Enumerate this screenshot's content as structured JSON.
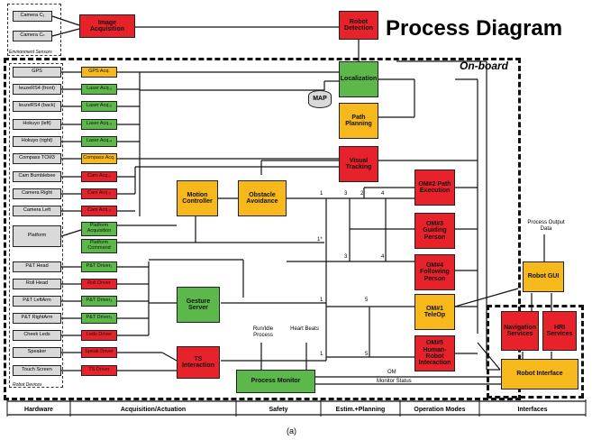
{
  "title": "Process Diagram",
  "onboard_label": "On-board",
  "env_label": "Environment Sensors",
  "robot_devices_label": "Robot Devices",
  "caption": "(a)",
  "map_label": "MAP",
  "env": {
    "cam1": "Camera C₁",
    "cam2": "Camera Cₙ"
  },
  "top": {
    "image_acq": "Image Acquisition",
    "robot_det": "Robot Detection"
  },
  "devices": [
    "GPS",
    "leuzeRS4 (front)",
    "leuzeRS4 (back)",
    "Hokuyo (left)",
    "Hokuyo (right)",
    "Compass TCM3",
    "Cam Bumblebee",
    "Camera Right",
    "Camera Left",
    "Platform",
    "P&T Head",
    "Roll Head",
    "P&T LeftArm",
    "P&T RightArm",
    "Cheek Leds",
    "Speaker",
    "Touch Screen"
  ],
  "acq": [
    "GPS Acq.",
    "Laser Acq.₁",
    "Laser Acq.₂",
    "Laser Acq.₃",
    "Laser Acq.₄",
    "Compass Acq.",
    "Cam Acq.₁",
    "Cam Acq.₂",
    "Cam Acq.₃",
    "Platform Acquisition",
    "Platform Command",
    "P&T Driver₁",
    "Roll Driver",
    "P&T Driver₂",
    "P&T Driver₃",
    "Leds Driver",
    "Speak Driver",
    "TS Driver"
  ],
  "mid": {
    "motion": "Motion Controller",
    "obstacle": "Obstacle Avoidance",
    "gesture": "Gesture Server",
    "ts": "TS Interaction",
    "localization": "Localization",
    "path": "Path Planning",
    "visual": "Visual Tracking",
    "monitor": "Process Monitor"
  },
  "modes": [
    "OM#2 Path Execution",
    "OM#3 Guiding Person",
    "OM#4 Following Person",
    "OM#1 TeleOp",
    "OM#5 Human-Robot Interaction"
  ],
  "interfaces": {
    "gui": "Robot GUI",
    "nav": "Navigation Services",
    "hri": "HRI Services",
    "ri": "Robot Interface"
  },
  "labels": {
    "process_output": "Process Output Data",
    "run_idle": "Run/Idle Process",
    "heart": "Heart Beats",
    "om": "OM",
    "monitor_status": "Monitor Status"
  },
  "nums": {
    "n1a": "1",
    "n3a": "3",
    "n2": "2",
    "n4a": "4",
    "n1b": "1*",
    "n3b": "3",
    "n4b": "4",
    "n1c": "1",
    "n5a": "5",
    "n1d": "1",
    "n5b": "5"
  },
  "categories": [
    "Hardware",
    "Acquisition/Actuation",
    "Safety",
    "Estim.+Planning",
    "Operation Modes",
    "Interfaces"
  ]
}
